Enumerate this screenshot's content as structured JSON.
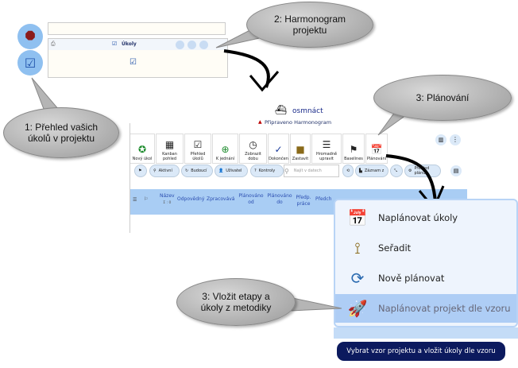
{
  "callouts": {
    "c1": "1: Přehled vašich úkolů v projektu",
    "c2": "2: Harmonogram projektu",
    "c3": "3: Plánování",
    "c4": "3: Vložit etapy a úkoly z metodiky"
  },
  "top_panel": {
    "title": "Úkoly"
  },
  "header": {
    "project_name": "osmnáct",
    "status": "Připraveno Harmonogram"
  },
  "toolbar": [
    {
      "label": "Nový úkol",
      "icon": "new-task-icon"
    },
    {
      "label": "Kanban pohled",
      "icon": "kanban-icon"
    },
    {
      "label": "Přehled úkolů",
      "icon": "task-overview-icon"
    },
    {
      "label": "K jednání",
      "icon": "meeting-icon"
    },
    {
      "label": "Zobrazit dobu",
      "icon": "time-icon"
    },
    {
      "label": "Dokončen",
      "icon": "check-circle-icon"
    },
    {
      "label": "Zastavit",
      "icon": "stop-icon"
    },
    {
      "label": "Hromadně upravit",
      "icon": "bulk-edit-icon"
    },
    {
      "label": "Baselines",
      "icon": "baselines-icon"
    },
    {
      "label": "Plánování",
      "icon": "planning-icon"
    }
  ],
  "filters": {
    "items": [
      "Aktivní",
      "Budoucí",
      "Uživatel",
      "Kontroly"
    ],
    "search_placeholder": "Najít v datech",
    "zaznam": "Záznam z",
    "prehled": "Přehled plánů"
  },
  "table": {
    "columns": [
      "Název",
      "Odpovědný",
      "Zpracovává",
      "Plánováno od",
      "Plánováno do",
      "Předp. práce",
      "Předch"
    ],
    "sum_label": "Σ : 0"
  },
  "planning_menu": {
    "items": [
      {
        "label": "Naplánovat úkoly",
        "icon": "schedule-tasks-icon"
      },
      {
        "label": "Seřadit",
        "icon": "sort-icon"
      },
      {
        "label": "Nově plánovat",
        "icon": "replan-icon"
      },
      {
        "label": "Naplánovat projekt dle vzoru",
        "icon": "template-plan-icon"
      }
    ],
    "tooltip": "Vybrat vzor projektu a vložit úkoly dle vzoru"
  }
}
